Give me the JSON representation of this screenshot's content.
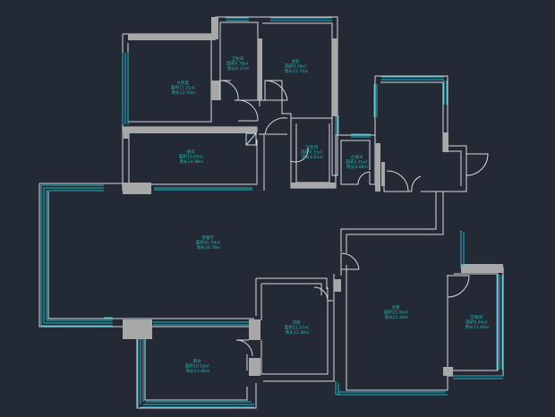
{
  "diagram": {
    "type": "floor-plan",
    "colors": {
      "background": "#232a35",
      "wall": "#d7dbe0",
      "solid_wall": "#a8a8a8",
      "window": "#1fb7c7",
      "label": "#23b5b0"
    },
    "rooms": [
      {
        "id": "master-bedroom",
        "lines": [
          "大卧室",
          "面积11.51㎡",
          "周长12.50m"
        ]
      },
      {
        "id": "bath-top-left",
        "lines": [
          "卫生间",
          "面积4.78㎡",
          "周长8.17m"
        ]
      },
      {
        "id": "room-top-mid",
        "lines": [
          "主卧",
          "面积9.08㎡",
          "周长12.74m"
        ]
      },
      {
        "id": "kitchen",
        "lines": [
          "厨房",
          "面积10.09㎡",
          "周长14.98m"
        ]
      },
      {
        "id": "bath-center",
        "lines": [
          "卫生间",
          "面积4.31㎡",
          "周长8.63m"
        ]
      },
      {
        "id": "corridor",
        "lines": [
          "过道间",
          "面积3.45㎡",
          "周长8.98m"
        ]
      },
      {
        "id": "living-dining",
        "lines": [
          "客餐厅",
          "面积45.09㎡",
          "周长30.78m"
        ]
      },
      {
        "id": "bedroom-center",
        "lines": [
          "次卧",
          "面积11.57㎡",
          "周长13.39m"
        ]
      },
      {
        "id": "master-suite",
        "lines": [
          "主卧",
          "面积22.00㎡",
          "周长22.30m"
        ]
      },
      {
        "id": "room-right",
        "lines": [
          "衣帽间",
          "面积6.44㎡",
          "周长11.40m"
        ]
      },
      {
        "id": "balcony",
        "lines": [
          "阳台",
          "面积10.52㎡",
          "周长13.46m"
        ]
      }
    ]
  }
}
